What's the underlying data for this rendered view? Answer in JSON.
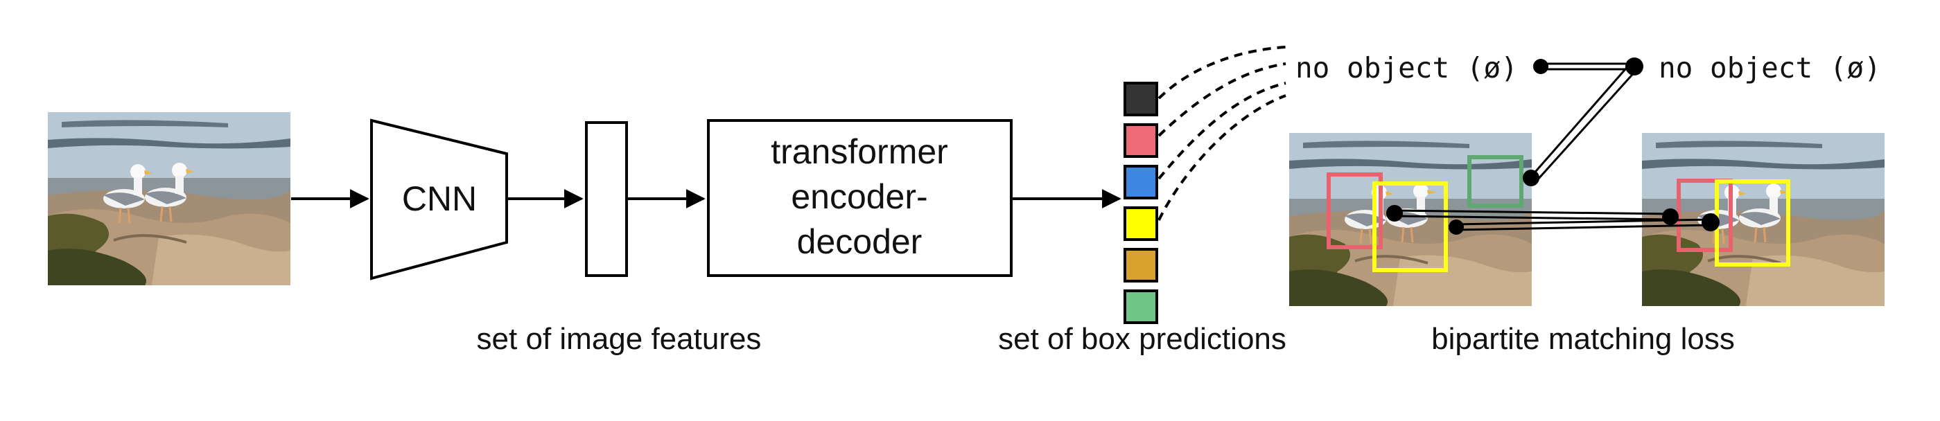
{
  "diagram": {
    "blocks": {
      "cnn": "CNN",
      "transformer": [
        "transformer",
        "encoder-",
        "decoder"
      ]
    },
    "captions": {
      "image_features": "set of image features",
      "box_predictions": "set of box predictions",
      "matching_loss": "bipartite matching loss"
    },
    "labels": {
      "no_object_left": "no object (ø)",
      "no_object_right": "no object (ø)"
    },
    "prediction_colors": [
      "#333333",
      "#EE6A78",
      "#3D87E2",
      "#FFFF00",
      "#D8A22C",
      "#6FC585"
    ],
    "bbox_colors": {
      "pink": "#E8636E",
      "yellow": "#FFFF1A",
      "green": "#5FA872"
    }
  }
}
